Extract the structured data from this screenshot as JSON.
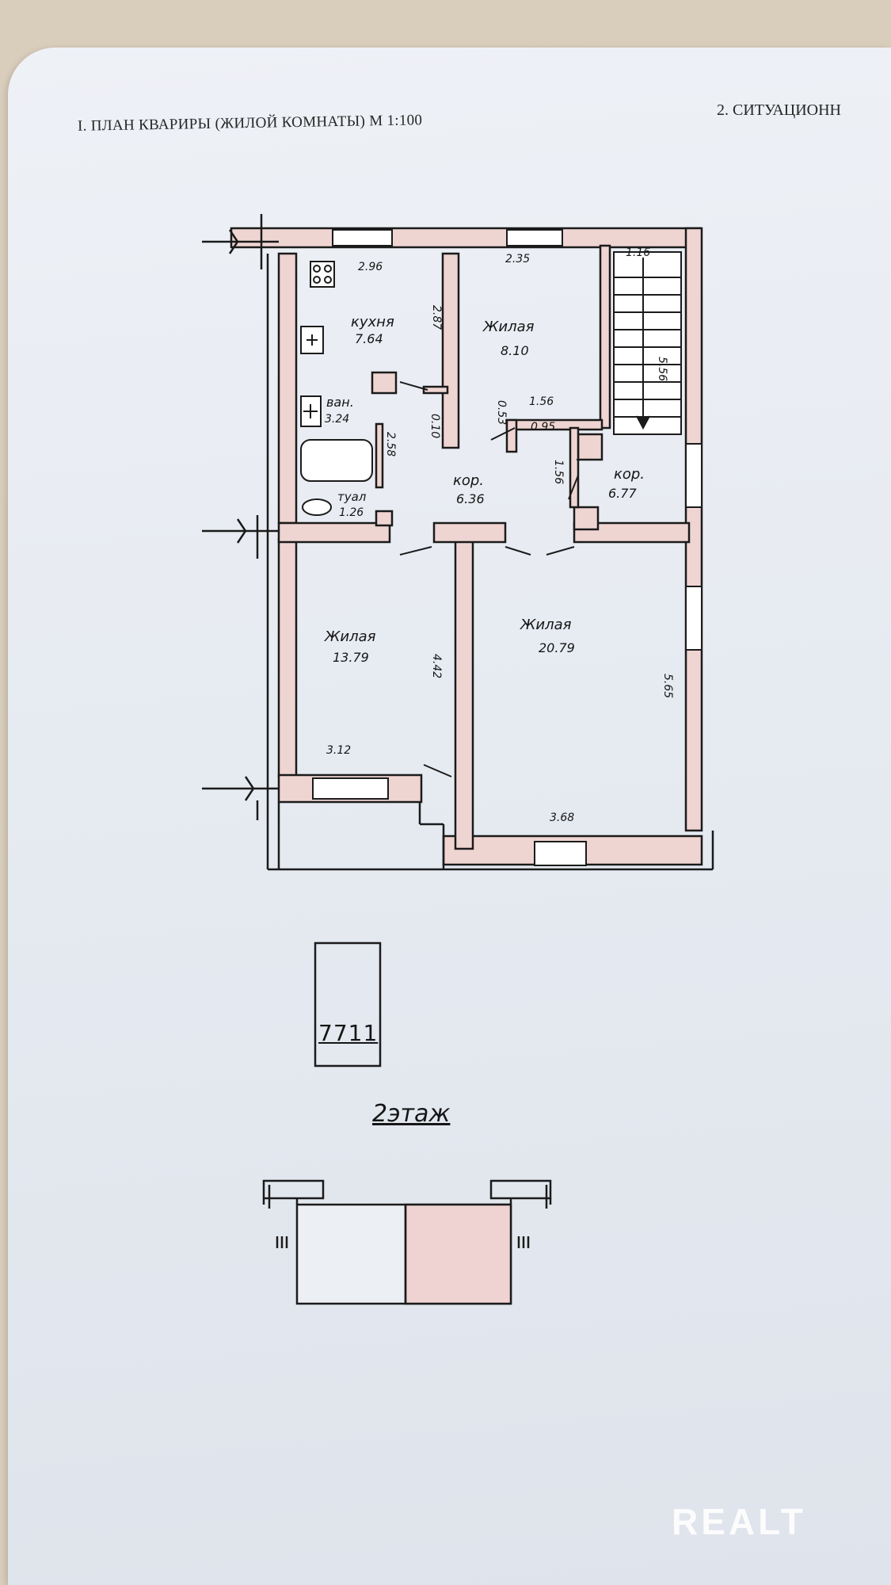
{
  "document": {
    "section_1_title": "I. ПЛАН КВАРИРЫ (ЖИЛОЙ КОМНАТЫ) М 1:100",
    "section_2_title": "2. СИТУАЦИОНН"
  },
  "plan": {
    "rooms": {
      "kitchen": {
        "name": "кухня",
        "area": "7.64"
      },
      "living_small": {
        "name": "Жилая",
        "area": "8.10"
      },
      "bath": {
        "name": "ван.",
        "area": "3.24"
      },
      "toilet": {
        "name": "туал",
        "area": "1.26"
      },
      "corridor_main": {
        "name": "кор.",
        "area": "6.36"
      },
      "corridor_2": {
        "name": "кор.",
        "area": "6.77"
      },
      "living_left": {
        "name": "Жилая",
        "area": "13.79"
      },
      "living_large": {
        "name": "Жилая",
        "area": "20.79"
      }
    },
    "dimensions": {
      "kitchen_width": "2.96",
      "living_small_width": "2.35",
      "stair_width": "1.16",
      "kitchen_depth": "2.87",
      "stair_length": "5.56",
      "wall_010": "0.10",
      "wall_053": "0.53",
      "d_156_top": "1.56",
      "d_095": "0.95",
      "bath_len": "2.58",
      "corr_156": "1.56",
      "living_left_depth": "4.42",
      "living_large_depth": "5.65",
      "living_left_width": "3.12",
      "living_large_width": "3.68"
    }
  },
  "floor_label": "2этаж",
  "situational": {
    "building_number": "7711"
  },
  "watermark": "REALT"
}
